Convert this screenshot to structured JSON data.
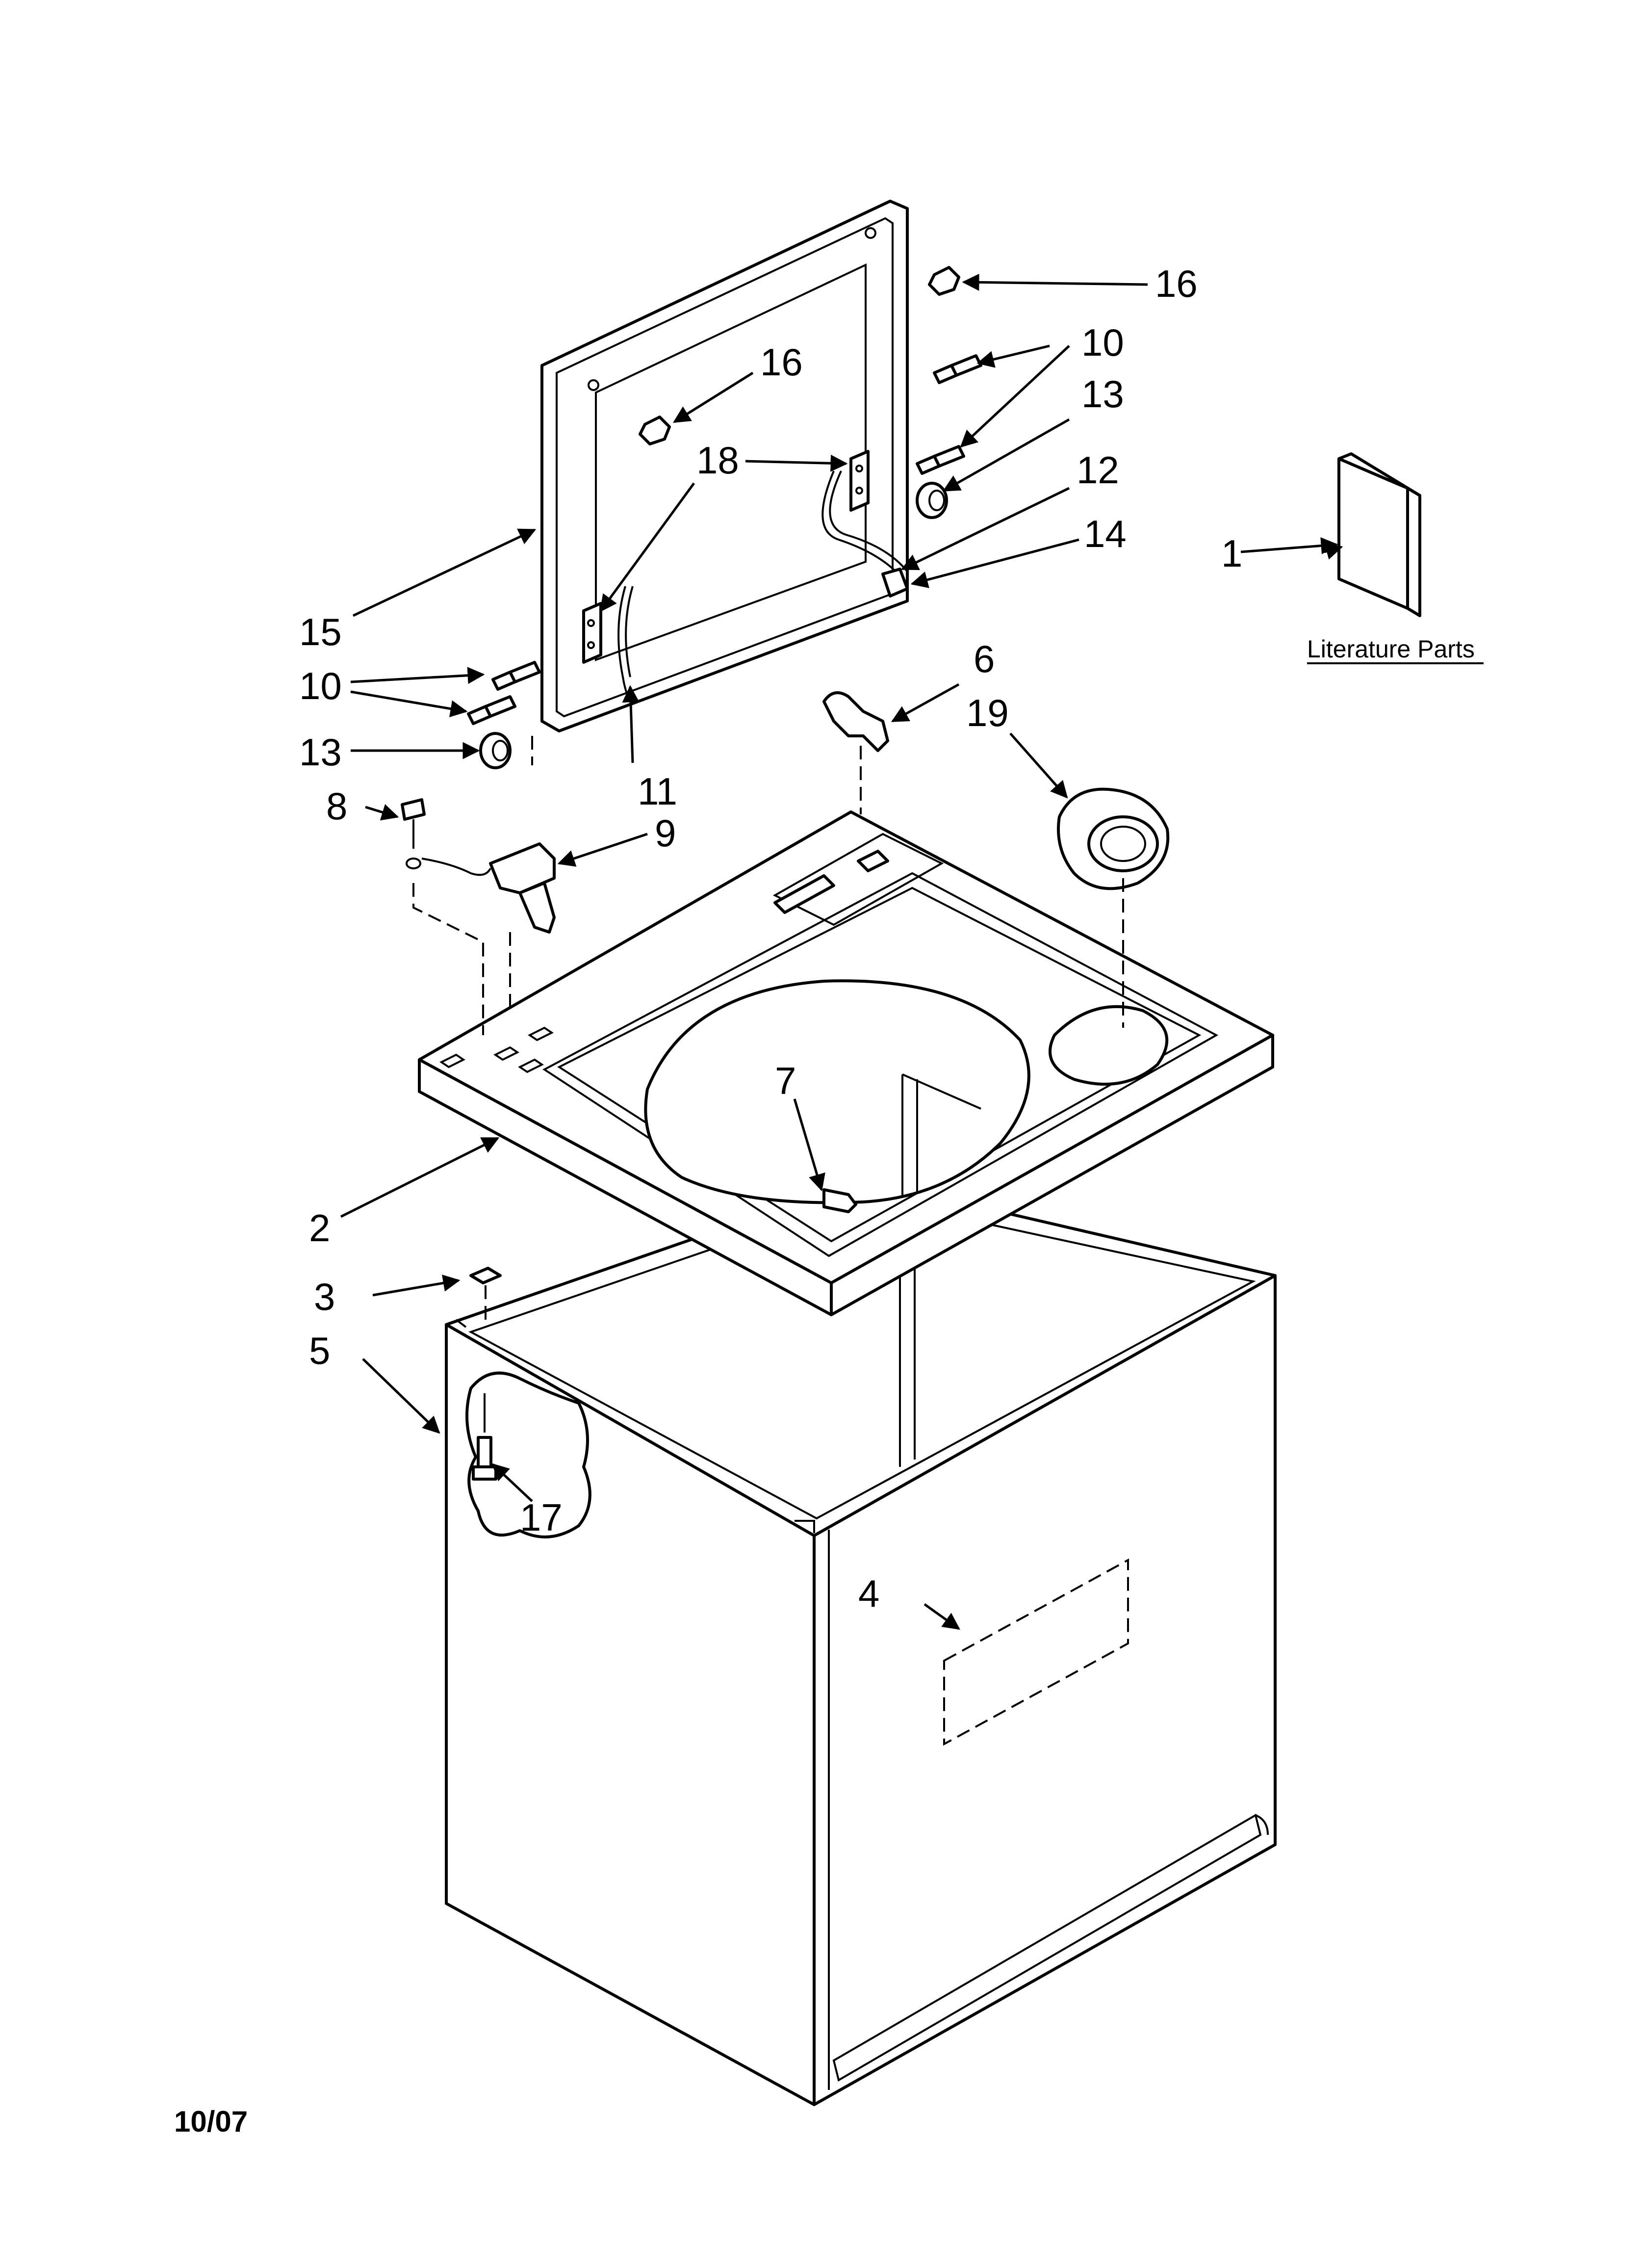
{
  "callouts": [
    "1",
    "2",
    "3",
    "4",
    "5",
    "6",
    "7",
    "8",
    "9",
    "10",
    "11",
    "12",
    "13",
    "14",
    "15",
    "16",
    "17",
    "18",
    "19"
  ],
  "repeat_labels": {
    "ten": "10",
    "thirteen": "13",
    "sixteen": "16"
  },
  "literature_label": "Literature Parts",
  "date_code": "10/07"
}
